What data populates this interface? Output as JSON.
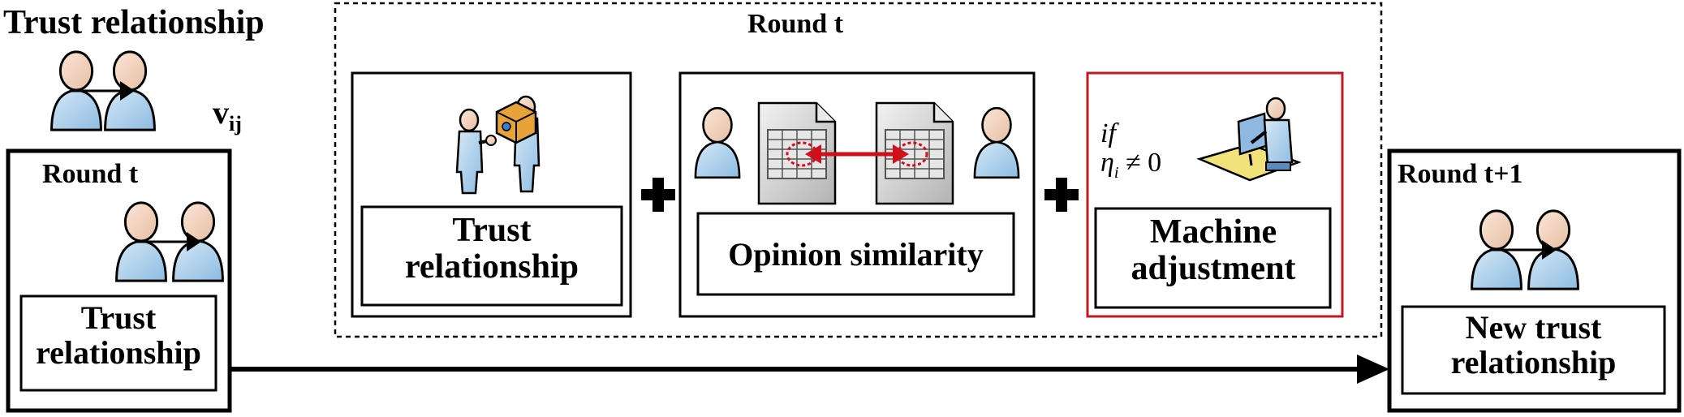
{
  "legend": {
    "title": "Trust relationship",
    "symbol": "v",
    "symbol_subscript": "ij"
  },
  "left_panel": {
    "round_label": "Round t",
    "label": "Trust relationship"
  },
  "middle_panel": {
    "round_label": "Round t",
    "trust_box_label": "Trust relationship",
    "opinion_box_label": "Opinion similarity",
    "machine_box_label": "Machine adjustment",
    "condition_if": "if",
    "condition_var": "η",
    "condition_sub": "i",
    "condition_rest": " ≠ 0",
    "operators": [
      "+",
      "+"
    ]
  },
  "right_panel": {
    "round_label": "Round t+1",
    "label": "New trust relationship"
  },
  "colors": {
    "person_fill": "#a9cdea",
    "person_face": "#f6d8c4",
    "document_fill": "#c8c8c8",
    "highlight_red": "#d0101a",
    "machine_box_border": "#c0191f",
    "package_orange": "#e7a23a",
    "desk_yellow": "#f2e27a"
  }
}
